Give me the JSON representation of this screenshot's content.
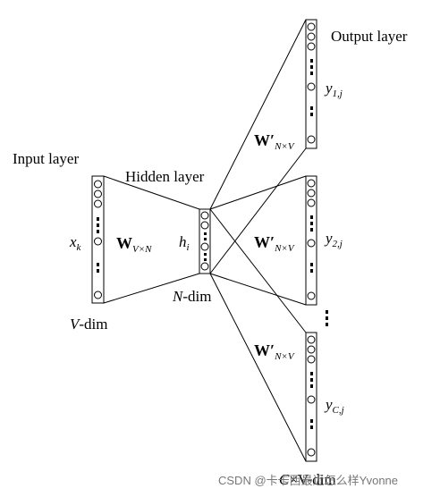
{
  "labels": {
    "input_layer": "Input layer",
    "hidden_layer": "Hidden layer",
    "output_layer": "Output layer",
    "v_dim_italic": "V",
    "v_dim_rest": "-dim",
    "n_dim_italic": "N",
    "n_dim_rest": "-dim",
    "c_dim_italic": "C",
    "c_dim_rest": "×V-dim",
    "x_k_main": "x",
    "x_k_sub": "k",
    "h_i_main": "h",
    "h_i_sub": "i",
    "y_main": "y",
    "y1_sub": "1,j",
    "y2_sub": "2,j",
    "yc_sub": "C,j",
    "w_in_main": "W",
    "w_in_sub": "V×N",
    "w_out_main": "W′",
    "w_out_sub": "N×V",
    "ellipsis": "⋮"
  },
  "watermark": "CSDN @卡卡西最近怎么样Yvonne",
  "colors": {
    "line": "#000000",
    "node_fill": "#ffffff",
    "watermark": "#777777"
  }
}
